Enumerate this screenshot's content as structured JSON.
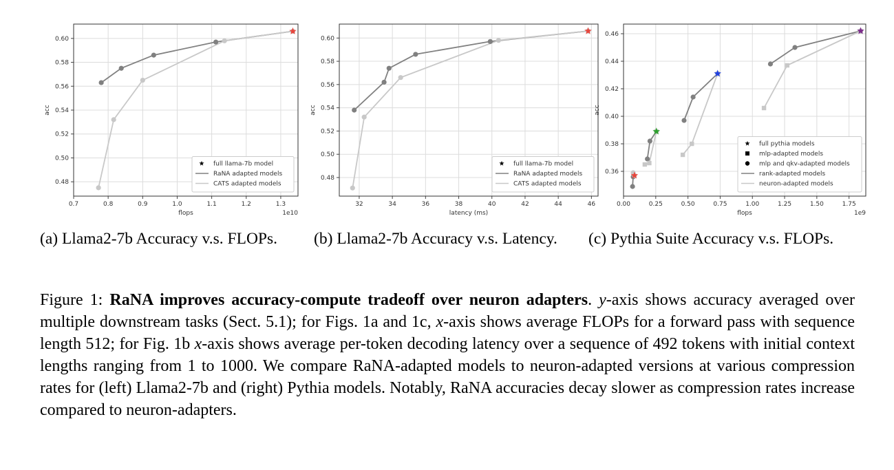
{
  "chart_data": [
    {
      "type": "line",
      "xlabel": "flops",
      "ylabel": "acc",
      "x_offset_label": "1e10",
      "xlim": [
        0.7,
        1.35
      ],
      "ylim": [
        0.468,
        0.612
      ],
      "xticks": [
        "0.7",
        "0.8",
        "0.9",
        "1.0",
        "1.1",
        "1.2",
        "1.3"
      ],
      "xtick_values": [
        0.7,
        0.8,
        0.9,
        1.0,
        1.1,
        1.2,
        1.3
      ],
      "yticks": [
        "0.48",
        "0.50",
        "0.52",
        "0.54",
        "0.56",
        "0.58",
        "0.60"
      ],
      "ytick_values": [
        0.48,
        0.5,
        0.52,
        0.54,
        0.56,
        0.58,
        0.6
      ],
      "grid": true,
      "legend_position": "lower right",
      "legend": [
        {
          "label": "full llama-7b model",
          "kind": "star"
        },
        {
          "label": "RaNA adapted models",
          "kind": "line",
          "color": "#808080"
        },
        {
          "label": "CATS adapted models",
          "kind": "line",
          "color": "#c8c8c8"
        }
      ],
      "series": [
        {
          "name": "RaNA adapted models",
          "color": "#808080",
          "marker": "circle",
          "points": [
            [
              0.78,
              0.563
            ],
            [
              0.838,
              0.575
            ],
            [
              0.932,
              0.586
            ],
            [
              1.112,
              0.597
            ],
            [
              1.335,
              0.606
            ]
          ]
        },
        {
          "name": "CATS adapted models",
          "color": "#c8c8c8",
          "marker": "circle",
          "points": [
            [
              0.772,
              0.475
            ],
            [
              0.816,
              0.532
            ],
            [
              0.9,
              0.565
            ],
            [
              1.137,
              0.598
            ],
            [
              1.335,
              0.606
            ]
          ]
        },
        {
          "name": "full llama-7b model",
          "color": "#e8453c",
          "marker": "star",
          "points": [
            [
              1.335,
              0.606
            ]
          ]
        }
      ]
    },
    {
      "type": "line",
      "xlabel": "latency (ms)",
      "ylabel": "acc",
      "xlim": [
        30.8,
        46.4
      ],
      "ylim": [
        0.464,
        0.612
      ],
      "xticks": [
        "32",
        "34",
        "36",
        "38",
        "40",
        "42",
        "44",
        "46"
      ],
      "xtick_values": [
        32,
        34,
        36,
        38,
        40,
        42,
        44,
        46
      ],
      "yticks": [
        "0.48",
        "0.50",
        "0.52",
        "0.54",
        "0.56",
        "0.58",
        "0.60"
      ],
      "ytick_values": [
        0.48,
        0.5,
        0.52,
        0.54,
        0.56,
        0.58,
        0.6
      ],
      "grid": true,
      "legend_position": "lower right",
      "legend": [
        {
          "label": "full llama-7b model",
          "kind": "star"
        },
        {
          "label": "RaNA adapted models",
          "kind": "line",
          "color": "#808080"
        },
        {
          "label": "CATS adapted models",
          "kind": "line",
          "color": "#c8c8c8"
        }
      ],
      "series": [
        {
          "name": "RaNA adapted models",
          "color": "#808080",
          "marker": "circle",
          "points": [
            [
              31.7,
              0.538
            ],
            [
              33.5,
              0.562
            ],
            [
              33.8,
              0.574
            ],
            [
              35.4,
              0.586
            ],
            [
              39.9,
              0.597
            ],
            [
              45.8,
              0.606
            ]
          ]
        },
        {
          "name": "CATS adapted models",
          "color": "#c8c8c8",
          "marker": "circle",
          "points": [
            [
              31.6,
              0.471
            ],
            [
              32.3,
              0.532
            ],
            [
              34.5,
              0.566
            ],
            [
              40.4,
              0.598
            ],
            [
              45.8,
              0.606
            ]
          ]
        },
        {
          "name": "full llama-7b model",
          "color": "#e8453c",
          "marker": "star",
          "points": [
            [
              45.8,
              0.606
            ]
          ]
        }
      ]
    },
    {
      "type": "line",
      "xlabel": "flops",
      "ylabel": "acc",
      "x_offset_label": "1e9",
      "xlim": [
        0.0,
        1.88
      ],
      "ylim": [
        0.342,
        0.467
      ],
      "xticks": [
        "0.00",
        "0.25",
        "0.50",
        "0.75",
        "1.00",
        "1.25",
        "1.50",
        "1.75"
      ],
      "xtick_values": [
        0,
        0.25,
        0.5,
        0.75,
        1.0,
        1.25,
        1.5,
        1.75
      ],
      "yticks": [
        "0.36",
        "0.38",
        "0.40",
        "0.42",
        "0.44",
        "0.46"
      ],
      "ytick_values": [
        0.36,
        0.38,
        0.4,
        0.42,
        0.44,
        0.46
      ],
      "grid": true,
      "legend_position": "lower right",
      "legend": [
        {
          "label": "full pythia models",
          "kind": "star"
        },
        {
          "label": "mlp-adapted models",
          "kind": "square"
        },
        {
          "label": "mlp and qkv-adapted models",
          "kind": "circle"
        },
        {
          "label": "rank-adapted models",
          "kind": "line",
          "color": "#808080"
        },
        {
          "label": "neuron-adapted models",
          "kind": "line",
          "color": "#c8c8c8"
        }
      ],
      "series": [
        {
          "name": "rank-adapted models",
          "color": "#808080",
          "marker": "circle",
          "points": [
            [
              0.07,
              0.349
            ],
            [
              0.075,
              0.356
            ],
            [
              0.085,
              0.357
            ]
          ]
        },
        {
          "name": "neuron-adapted models",
          "color": "#c8c8c8",
          "marker": "circle",
          "points": [
            [
              0.075,
              0.359
            ],
            [
              0.085,
              0.357
            ]
          ]
        },
        {
          "name": "rank-adapted models",
          "color": "#808080",
          "marker": "circle",
          "points": [
            [
              0.185,
              0.369
            ],
            [
              0.205,
              0.382
            ],
            [
              0.255,
              0.389
            ]
          ]
        },
        {
          "name": "neuron-adapted models",
          "color": "#c8c8c8",
          "marker": "square",
          "points": [
            [
              0.165,
              0.365
            ],
            [
              0.2,
              0.366
            ],
            [
              0.255,
              0.389
            ]
          ]
        },
        {
          "name": "rank-adapted models",
          "color": "#808080",
          "marker": "circle",
          "points": [
            [
              0.47,
              0.397
            ],
            [
              0.54,
              0.414
            ],
            [
              0.73,
              0.431
            ]
          ]
        },
        {
          "name": "neuron-adapted models",
          "color": "#c8c8c8",
          "marker": "square",
          "points": [
            [
              0.46,
              0.372
            ],
            [
              0.53,
              0.38
            ],
            [
              0.73,
              0.431
            ]
          ]
        },
        {
          "name": "rank-adapted models",
          "color": "#808080",
          "marker": "circle",
          "points": [
            [
              1.14,
              0.438
            ],
            [
              1.33,
              0.45
            ],
            [
              1.84,
              0.462
            ]
          ]
        },
        {
          "name": "neuron-adapted models",
          "color": "#c8c8c8",
          "marker": "square",
          "points": [
            [
              1.09,
              0.406
            ],
            [
              1.27,
              0.437
            ],
            [
              1.84,
              0.462
            ]
          ]
        },
        {
          "name": "full pythia models",
          "color": "#e8453c",
          "marker": "star",
          "points": [
            [
              0.085,
              0.357
            ]
          ]
        },
        {
          "name": "full pythia models",
          "color": "#2ca02c",
          "marker": "star",
          "points": [
            [
              0.255,
              0.389
            ]
          ]
        },
        {
          "name": "full pythia models",
          "color": "#1f3fe0",
          "marker": "star",
          "points": [
            [
              0.73,
              0.431
            ]
          ]
        },
        {
          "name": "full pythia models",
          "color": "#7b2a8a",
          "marker": "star",
          "points": [
            [
              1.84,
              0.462
            ]
          ]
        }
      ]
    }
  ],
  "subcaptions": {
    "a": "(a) Llama2-7b Accuracy v.s. FLOPs.",
    "b": "(b) Llama2-7b Accuracy v.s. Latency.",
    "c": "(c) Pythia Suite Accuracy v.s. FLOPs."
  },
  "caption": {
    "prefix": "Figure 1: ",
    "bold": "RaNA improves accuracy-compute tradeoff over neuron adapters",
    "p1": ". ",
    "y_var": "y",
    "p2": "-axis shows accuracy averaged over multiple downstream tasks (Sect. 5.1); for Figs. 1a and 1c, ",
    "x_var1": "x",
    "p3": "-axis shows average FLOPs for a forward pass with sequence length 512; for Fig. 1b ",
    "x_var2": "x",
    "p4": "-axis shows average per-token decoding latency over a sequence of 492 tokens with initial context lengths ranging from 1 to 1000. We compare RaNA-adapted models to neuron-adapted versions at various compression rates for (left) Llama2-7b and (right) Pythia models. Notably, RaNA accuracies decay slower as compression rates increase compared to neuron-adapters."
  }
}
